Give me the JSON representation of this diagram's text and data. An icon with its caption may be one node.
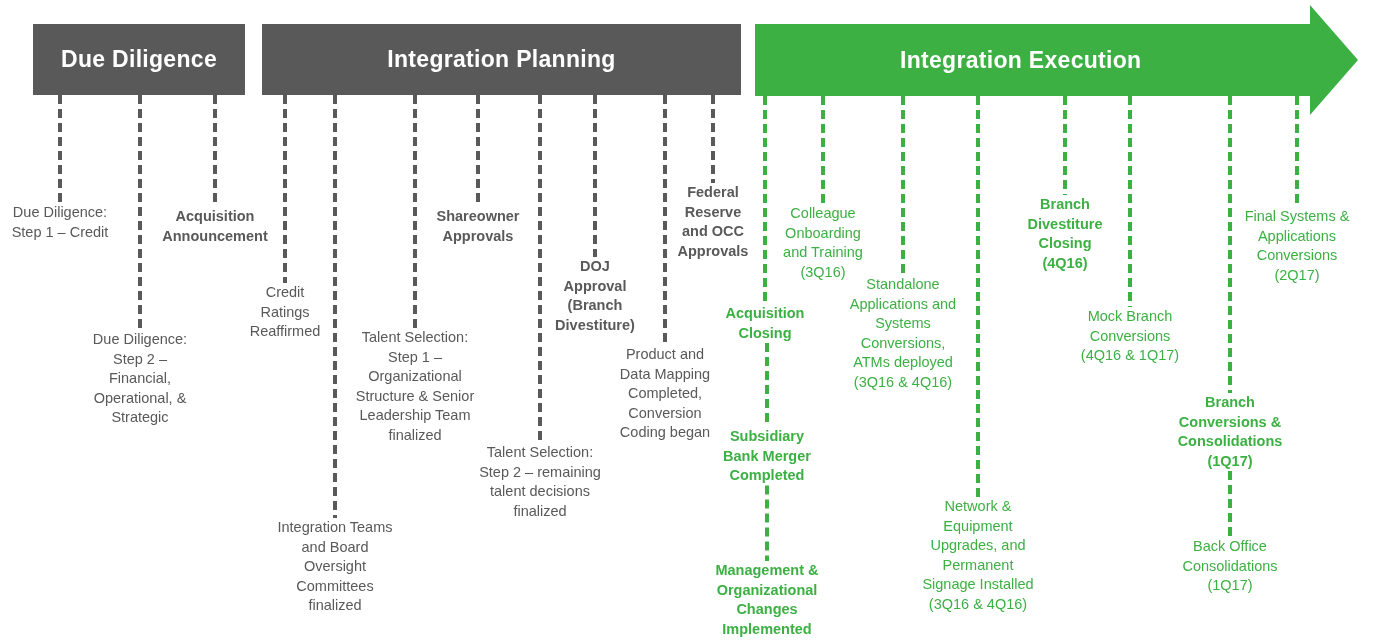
{
  "diagram": {
    "nodes": [
      {
        "text": [
          "Due Diligence"
        ]
      },
      {
        "text": [
          "Integration Planning"
        ]
      },
      {
        "text": [
          "Integration Execution"
        ]
      },
      {
        "text": [
          "Due Diligence: Step 1 – Credit"
        ]
      },
      {
        "text": [
          "Due Diligence: Step 2 – Financial, Operational, & Strategic"
        ]
      },
      {
        "text": [
          "Acquisition Announcement"
        ]
      },
      {
        "text": [
          "Credit Ratings Reaffirmed"
        ]
      },
      {
        "text": [
          "Integration Teams and Board Oversight Committees finalized"
        ]
      },
      {
        "text": [
          "Talent Selection: Step 1 – Organizational Structure & Senior Leadership Team finalized"
        ]
      },
      {
        "text": [
          "Shareowner Approvals"
        ]
      },
      {
        "text": [
          "Talent Selection: Step 2 – remaining talent decisions finalized"
        ]
      },
      {
        "text": [
          "DOJ Approval (Branch Divestiture)"
        ]
      },
      {
        "text": [
          "Product and Data Mapping Completed, Conversion Coding began"
        ]
      },
      {
        "text": [
          "Federal Reserve and OCC Approvals"
        ]
      },
      {
        "text": [
          "Acquisition Closing"
        ]
      },
      {
        "text": [
          "Subsidiary Bank Merger Completed"
        ]
      },
      {
        "text": [
          "Management & Organizational Changes Implemented"
        ]
      },
      {
        "text": [
          "Colleague Onboarding and Training (3Q16)"
        ]
      },
      {
        "text": [
          "Standalone Applications and Systems Conversions, ATMs deployed (3Q16 & 4Q16)"
        ]
      },
      {
        "text": [
          "Network & Equipment Upgrades, and Permanent Signage Installed (3Q16 & 4Q16)"
        ]
      },
      {
        "text": [
          "Branch Divestiture Closing (4Q16)"
        ]
      },
      {
        "text": [
          "Mock Branch Conversions (4Q16 & 1Q17)"
        ]
      },
      {
        "text": [
          "Branch Conversions & Consolidations (1Q17)"
        ]
      },
      {
        "text": [
          "Back Office Consolidations (1Q17)"
        ]
      },
      {
        "text": [
          "Final Systems & Applications Conversions (2Q17)"
        ]
      }
    ],
    "edges": [
      {
        "from": 0,
        "to": 3,
        "arrow": "none",
        "style": "dashed"
      },
      {
        "from": 0,
        "to": 4,
        "arrow": "none",
        "style": "dashed"
      },
      {
        "from": 0,
        "to": 5,
        "arrow": "none",
        "style": "dashed"
      },
      {
        "from": 1,
        "to": 6,
        "arrow": "none",
        "style": "dashed"
      },
      {
        "from": 1,
        "to": 7,
        "arrow": "none",
        "style": "dashed"
      },
      {
        "from": 1,
        "to": 8,
        "arrow": "none",
        "style": "dashed"
      },
      {
        "from": 1,
        "to": 9,
        "arrow": "none",
        "style": "dashed"
      },
      {
        "from": 1,
        "to": 10,
        "arrow": "none",
        "style": "dashed"
      },
      {
        "from": 1,
        "to": 11,
        "arrow": "none",
        "style": "dashed"
      },
      {
        "from": 1,
        "to": 12,
        "arrow": "none",
        "style": "dashed"
      },
      {
        "from": 1,
        "to": 13,
        "arrow": "none",
        "style": "dashed"
      },
      {
        "from": 2,
        "to": 14,
        "arrow": "none",
        "style": "dashed",
        "color": "#3cb043"
      },
      {
        "from": 14,
        "to": 15,
        "arrow": "none",
        "style": "dashed",
        "color": "#3cb043"
      },
      {
        "from": 15,
        "to": 16,
        "arrow": "none",
        "style": "dashed",
        "color": "#3cb043"
      },
      {
        "from": 2,
        "to": 17,
        "arrow": "none",
        "style": "dashed",
        "color": "#3cb043"
      },
      {
        "from": 2,
        "to": 18,
        "arrow": "none",
        "style": "dashed",
        "color": "#3cb043"
      },
      {
        "from": 2,
        "to": 19,
        "arrow": "none",
        "style": "dashed",
        "color": "#3cb043"
      },
      {
        "from": 2,
        "to": 20,
        "arrow": "none",
        "style": "dashed",
        "color": "#3cb043"
      },
      {
        "from": 2,
        "to": 21,
        "arrow": "none",
        "style": "dashed",
        "color": "#3cb043"
      },
      {
        "from": 2,
        "to": 22,
        "arrow": "none",
        "style": "dashed",
        "color": "#3cb043"
      },
      {
        "from": 22,
        "to": 23,
        "arrow": "none",
        "style": "dashed",
        "color": "#3cb043"
      },
      {
        "from": 2,
        "to": 24,
        "arrow": "none",
        "style": "dashed",
        "color": "#3cb043"
      }
    ]
  }
}
